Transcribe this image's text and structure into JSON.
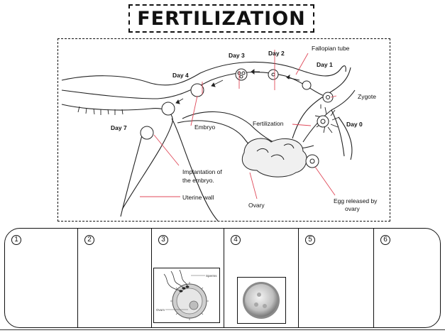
{
  "title": "FERTILIZATION",
  "diagram": {
    "labels": {
      "day3": "Day 3",
      "day2": "Day 2",
      "day1": "Day 1",
      "day4": "Day 4",
      "day7": "Day 7",
      "day0": "Day 0",
      "fallopian": "Fallopian tube",
      "zygote": "Zygote",
      "embryo": "Embryo",
      "fertilization": "Fertilization",
      "implantation_1": "Implantation of",
      "implantation_2": "the embryo.",
      "uterine": "Uterine wall",
      "ovary": "Ovary",
      "egg_1": "Egg released by",
      "egg_2": "ovary"
    }
  },
  "strip": {
    "cells": [
      {
        "number": "1"
      },
      {
        "number": "2"
      },
      {
        "number": "3"
      },
      {
        "number": "4"
      },
      {
        "number": "5"
      },
      {
        "number": "6"
      }
    ],
    "sperm_thumb": {
      "label_sperm": "Sperms",
      "label_ovum": "Ovum"
    }
  },
  "colors": {
    "leader_lines": "#e04a5a",
    "ink": "#111111"
  }
}
